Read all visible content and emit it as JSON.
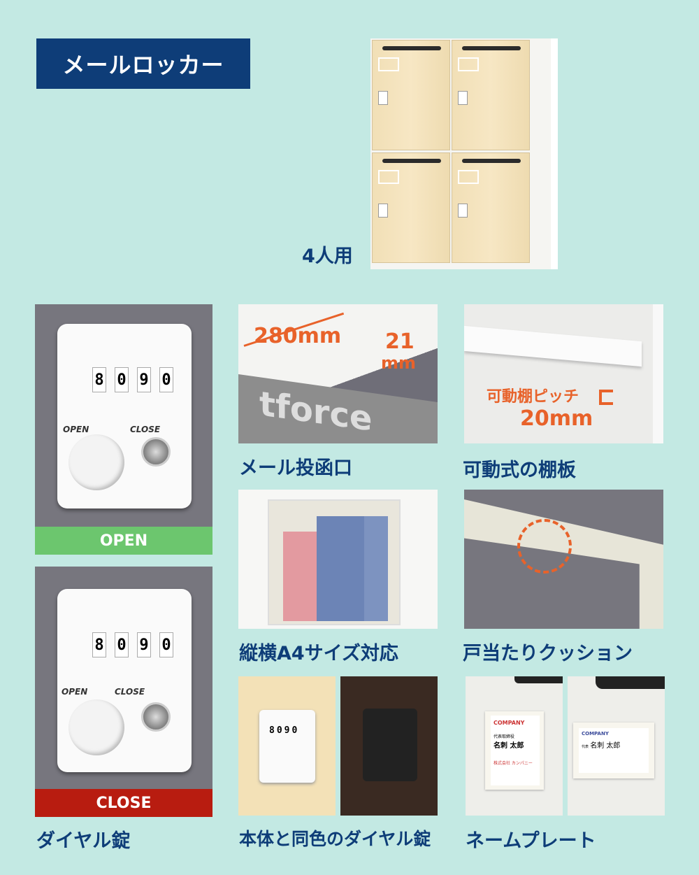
{
  "title": "メールロッカー",
  "product": {
    "caption": "4人用"
  },
  "dial_open": {
    "digits": [
      "8",
      "0",
      "9",
      "0"
    ],
    "open_label": "OPEN",
    "close_label": "CLOSE",
    "band": "OPEN",
    "band_color": "#6cc66e"
  },
  "dial_close": {
    "digits": [
      "8",
      "0",
      "9",
      "0"
    ],
    "open_label": "OPEN",
    "close_label": "CLOSE",
    "band": "CLOSE",
    "band_color": "#b81c10"
  },
  "dial_caption": "ダイヤル錠",
  "mail_slot": {
    "width": "280mm",
    "height_num": "21",
    "height_unit": "mm",
    "paper_text": "tforce",
    "caption": "メール投函口"
  },
  "shelf": {
    "pitch_label": "可動棚ピッチ",
    "pitch_value": "20mm",
    "caption": "可動式の棚板"
  },
  "a4": {
    "caption": "縦横A4サイズ対応"
  },
  "cushion": {
    "caption": "戸当たりクッション"
  },
  "same_color": {
    "digits": [
      "8",
      "0",
      "9",
      "0"
    ],
    "caption": "本体と同色のダイヤル錠"
  },
  "nameplate": {
    "card1": {
      "company": "COMPANY",
      "title": "代表取締役",
      "name": "名刺 太郎",
      "firm": "株式会社 カンパニー"
    },
    "card2": {
      "company": "COMPANY",
      "title": "代表",
      "name": "名刺 太郎"
    },
    "caption": "ネームプレート"
  },
  "colors": {
    "background": "#c3e9e3",
    "navy": "#0e3d78",
    "accent": "#e8622a"
  }
}
